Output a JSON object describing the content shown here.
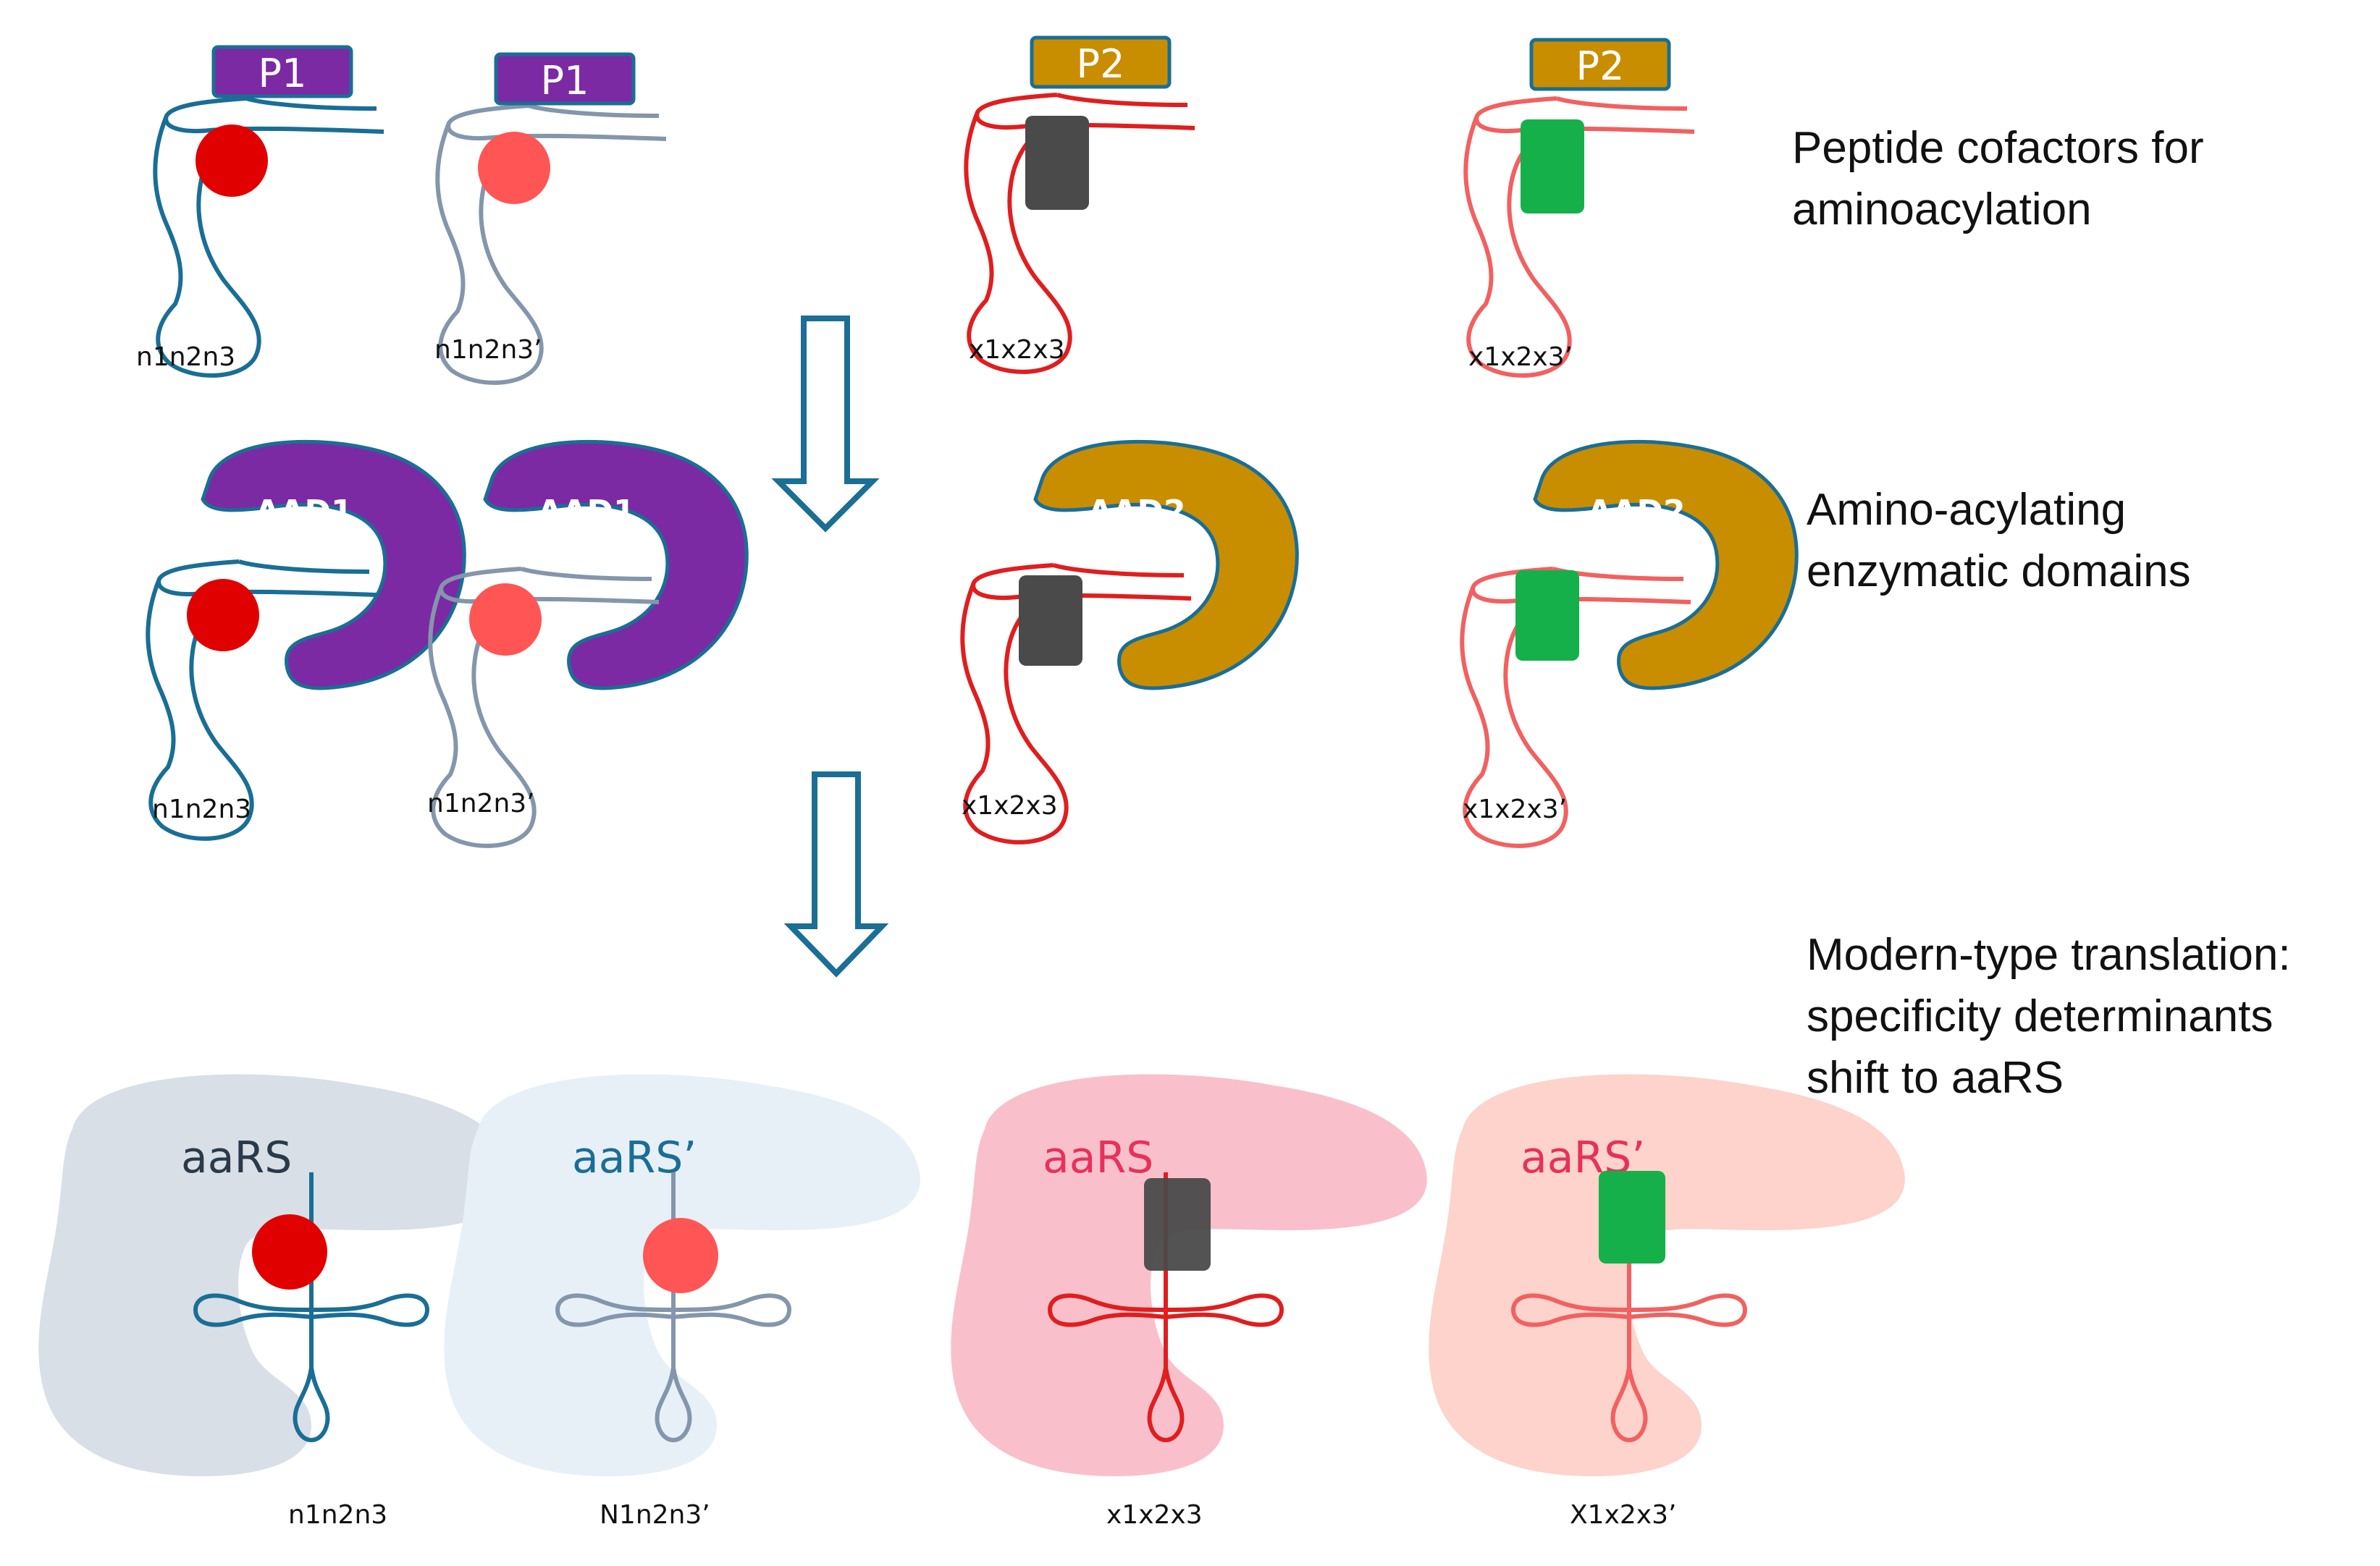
{
  "captions": {
    "row1": [
      "Peptide cofactors for",
      "aminoacylation"
    ],
    "row2": [
      "Amino-acylating",
      "enzymatic domains"
    ],
    "row3": [
      "Modern-type translation:",
      "specificity determinants",
      "shift to aaRS"
    ]
  },
  "peptides": {
    "p1": "P1",
    "p2": "P2"
  },
  "domains": {
    "aad1": "AAD1",
    "aad2": "AAD2"
  },
  "synthetases": {
    "a": "aaRS",
    "b": "aaRS’",
    "c": "aaRS",
    "d": "aaRS’"
  },
  "sequences": {
    "row1": [
      "n1n2n3",
      "n1n2n3’",
      "x1x2x3",
      "x1x2x3’"
    ],
    "row2": [
      "n1n2n3",
      "n1n2n3’",
      "x1x2x3",
      "x1x2x3’"
    ],
    "row3": [
      "n1n2n3",
      "N1n2n3’",
      "x1x2x3",
      "X1x2x3’"
    ]
  },
  "colors": {
    "blue_rna": "#1a6e96",
    "grey_rna": "#8496ac",
    "red_rna": "#e01e1e",
    "pink_rna": "#f26060",
    "purple": "#7b2aa3",
    "gold": "#c98d00",
    "dark_red_dot": "#e00000",
    "light_red_dot": "#ff5555",
    "dark_block": "#4a4a4a",
    "green_block": "#16b04a",
    "arrow": "#1b6e96"
  }
}
